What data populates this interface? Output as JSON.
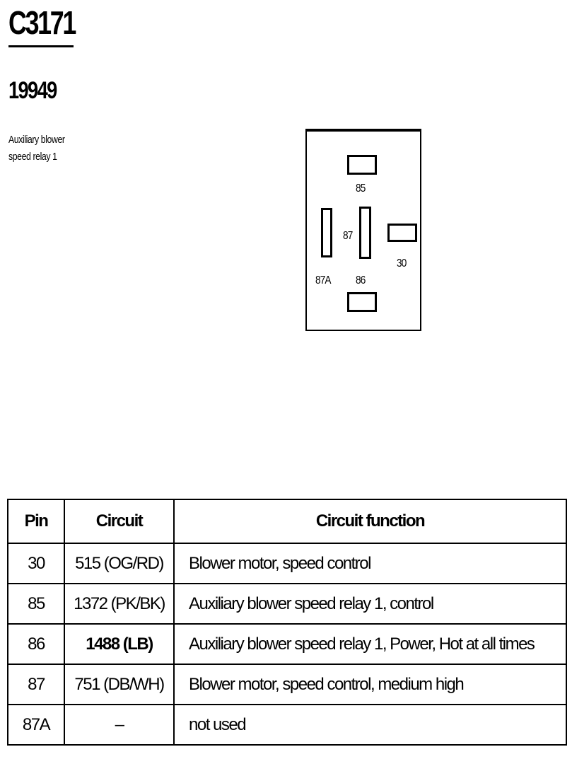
{
  "connector": {
    "id": "C3171",
    "part_number": "19949",
    "description_lines": [
      "Auxiliary blower",
      "speed relay 1"
    ]
  },
  "connector_face": {
    "pin_labels": {
      "p85": "85",
      "p87": "87",
      "p30": "30",
      "p87a": "87A",
      "p86": "86"
    }
  },
  "pin_table": {
    "headers": [
      "Pin",
      "Circuit",
      "Circuit function"
    ],
    "rows": [
      {
        "pin": "30",
        "circuit": "515 (OG/RD)",
        "function": "Blower motor, speed control"
      },
      {
        "pin": "85",
        "circuit": "1372 (PK/BK)",
        "function": "Auxiliary blower speed relay 1, control"
      },
      {
        "pin": "86",
        "circuit": "1488 (LB)",
        "function": "Auxiliary blower speed relay 1, Power, Hot at all times"
      },
      {
        "pin": "87",
        "circuit": "751 (DB/WH)",
        "function": "Blower motor, speed control, medium high"
      },
      {
        "pin": "87A",
        "circuit": "–",
        "function": "not used"
      }
    ]
  }
}
